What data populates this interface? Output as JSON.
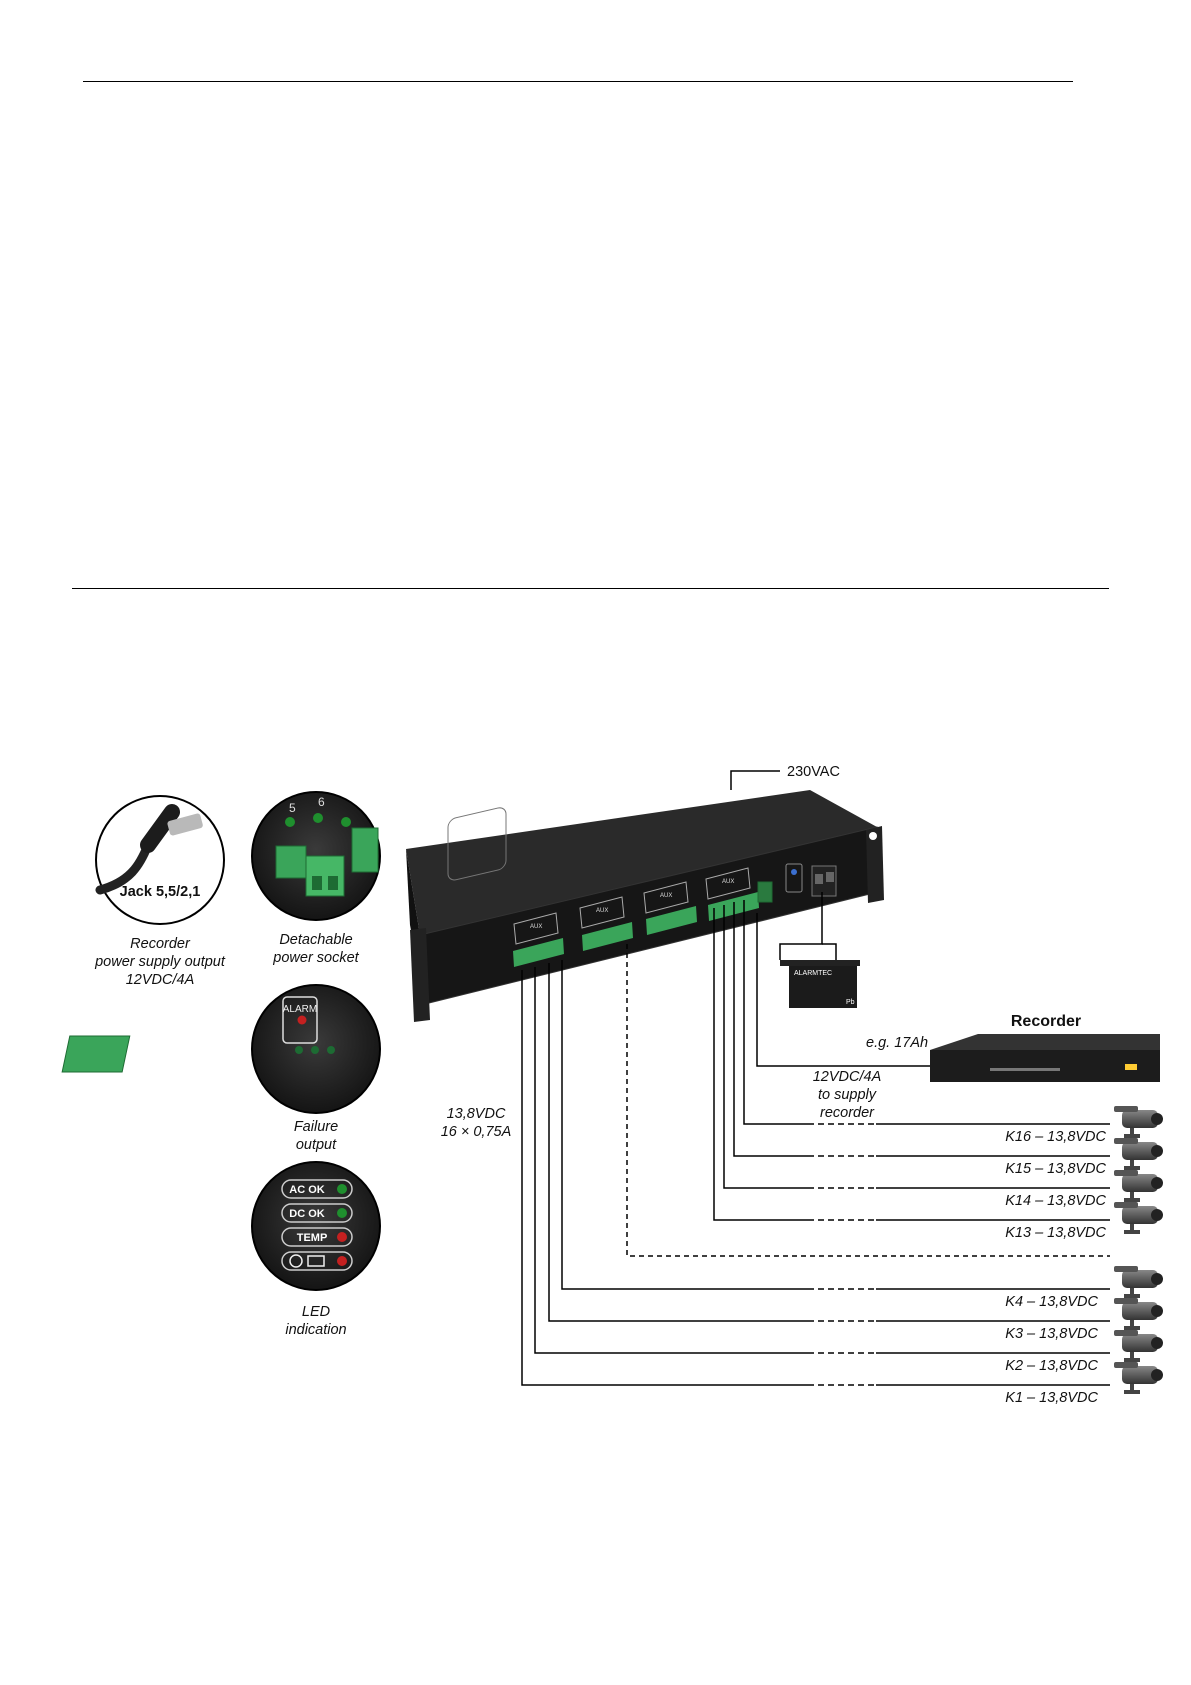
{
  "labels": {
    "jack": "Jack 5,5/2,1",
    "recorder_output": [
      "Recorder",
      "power supply output",
      "12VDC/4A"
    ],
    "detachable": [
      "Detachable",
      "power socket"
    ],
    "failure": [
      "Failure",
      "output"
    ],
    "led_indication": [
      "LED",
      "indication"
    ],
    "ac_input": "230VAC",
    "battery_note": "e.g. 17Ah",
    "recorder_title": "Recorder",
    "recorder_supply": [
      "12VDC/4A",
      "to supply",
      "recorder"
    ],
    "aux_output": [
      "13,8VDC",
      "16 × 0,75A"
    ],
    "socket_numbers": [
      "5",
      "6"
    ],
    "alarm_tag": "ALARM",
    "battery_brand": "ALARMTEC",
    "battery_pb": "Pb"
  },
  "led_panel": [
    "AC OK",
    "DC OK",
    "TEMP"
  ],
  "channels_top": [
    "K16 – 13,8VDC",
    "K15 – 13,8VDC",
    "K14 – 13,8VDC",
    "K13 – 13,8VDC"
  ],
  "channels_bottom": [
    "K4 – 13,8VDC",
    "K3 – 13,8VDC",
    "K2 – 13,8VDC",
    "K1 – 13,8VDC"
  ],
  "aux_blocks": [
    "AUX",
    "AUX",
    "AUX",
    "AUX"
  ],
  "colors": {
    "line": "#000000",
    "terminal": "#3aa55a",
    "led_green": "#1f8f2e",
    "led_red": "#c42020",
    "chassis": "#1a1a1a"
  }
}
